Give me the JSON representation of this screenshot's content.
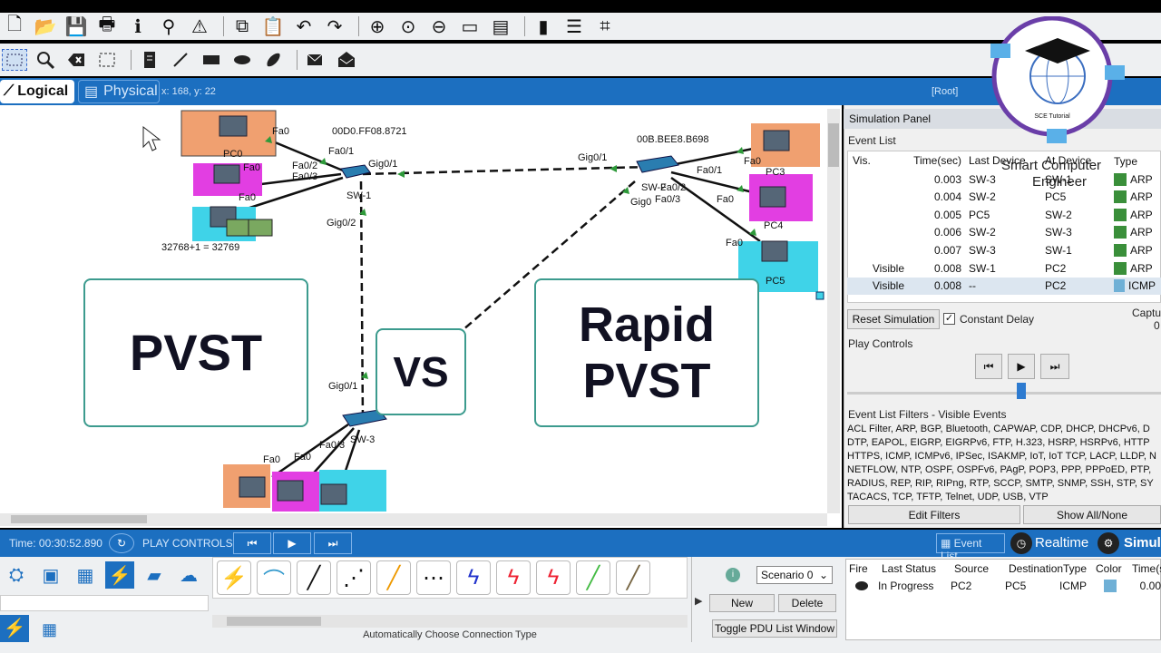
{
  "toolbar": {
    "top_icons": [
      "new-icon",
      "open-icon",
      "save-icon",
      "print-icon",
      "info-icon",
      "wizard-icon",
      "network-info-icon",
      "copy-icon",
      "paste-icon",
      "undo-icon",
      "redo-icon",
      "zoom-in-icon",
      "zoom-reset-icon",
      "zoom-out-icon",
      "drawing-palette-icon",
      "custom-device-icon",
      "text-file-icon",
      "cluster-icon",
      "wireless-icon"
    ]
  },
  "tabs": {
    "logical": "Logical",
    "physical": "Physical",
    "coords": "x: 168, y: 22",
    "root": "[Root]"
  },
  "topology": {
    "sw1_label": "SW-1",
    "sw2_label": "SW-2",
    "sw3_label": "SW-3",
    "mac1": "00D0.FF08.8721",
    "mac2": "00B.BEE8.B698",
    "priority": "32768+1 = 32769",
    "ports": {
      "fa0": "Fa0",
      "fa01": "Fa0/1",
      "fa02": "Fa0/2",
      "fa03": "Fa0/3",
      "gig01": "Gig0/1",
      "gig02": "Gig0/2",
      "gig0": "Gig0"
    },
    "pcs": {
      "pc0": "PC0",
      "pc3": "PC3",
      "pc4": "PC4",
      "pc5": "PC5"
    }
  },
  "overlay": {
    "pvst": "PVST",
    "vs": "VS",
    "rapid": "Rapid",
    "rapid2": "PVST",
    "brand1": "Smart Computer",
    "brand2": "Engineer",
    "sce": "SCE Tutorial"
  },
  "sim": {
    "title": "Simulation Panel",
    "event_list": "Event List",
    "headers": {
      "vis": "Vis.",
      "time": "Time(sec)",
      "last": "Last Device",
      "at": "At Device",
      "type": "Type"
    },
    "events": [
      {
        "vis": "",
        "time": "0.003",
        "last": "SW-3",
        "at": "SW-1",
        "type": "ARP",
        "color": "#3a8f3a"
      },
      {
        "vis": "",
        "time": "0.004",
        "last": "SW-2",
        "at": "PC5",
        "type": "ARP",
        "color": "#3a8f3a"
      },
      {
        "vis": "",
        "time": "0.005",
        "last": "PC5",
        "at": "SW-2",
        "type": "ARP",
        "color": "#3a8f3a"
      },
      {
        "vis": "",
        "time": "0.006",
        "last": "SW-2",
        "at": "SW-3",
        "type": "ARP",
        "color": "#3a8f3a"
      },
      {
        "vis": "",
        "time": "0.007",
        "last": "SW-3",
        "at": "SW-1",
        "type": "ARP",
        "color": "#3a8f3a"
      },
      {
        "vis": "Visible",
        "time": "0.008",
        "last": "SW-1",
        "at": "PC2",
        "type": "ARP",
        "color": "#3a8f3a"
      },
      {
        "vis": "Visible",
        "time": "0.008",
        "last": "--",
        "at": "PC2",
        "type": "ICMP",
        "color": "#6fb0d6"
      }
    ],
    "reset": "Reset Simulation",
    "constant_delay": "Constant Delay",
    "captu": "Captu",
    "captu_val": "0",
    "play_controls": "Play Controls",
    "filters_title": "Event List Filters - Visible Events",
    "filters_lines": [
      "ACL Filter, ARP, BGP, Bluetooth, CAPWAP, CDP, DHCP, DHCPv6, D",
      "DTP, EAPOL, EIGRP, EIGRPv6, FTP, H.323, HSRP, HSRPv6, HTTP",
      "HTTPS, ICMP, ICMPv6, IPSec, ISAKMP, IoT, IoT TCP, LACP, LLDP, N",
      "NETFLOW, NTP, OSPF, OSPFv6, PAgP, POP3, PPP, PPPoED, PTP,",
      "RADIUS, REP, RIP, RIPng, RTP, SCCP, SMTP, SNMP, SSH, STP, SY",
      "TACACS, TCP, TFTP, Telnet, UDP, USB, VTP"
    ],
    "edit_filters": "Edit Filters",
    "show_all": "Show All/None"
  },
  "bottom": {
    "time": "Time: 00:30:52.890",
    "play": "PLAY CONTROLS:",
    "event_list": "Event List",
    "realtime": "Realtime",
    "simulation": "Simul",
    "scenario": "Scenario 0",
    "new": "New",
    "delete": "Delete",
    "toggle": "Toggle PDU List Window",
    "auto_conn": "Automatically Choose Connection Type",
    "pdu_headers": [
      "Fire",
      "Last Status",
      "Source",
      "Destination",
      "Type",
      "Color",
      "Time(s"
    ],
    "pdu_row": {
      "status": "In Progress",
      "source": "PC2",
      "dest": "PC5",
      "type": "ICMP",
      "time": "0.00"
    }
  }
}
